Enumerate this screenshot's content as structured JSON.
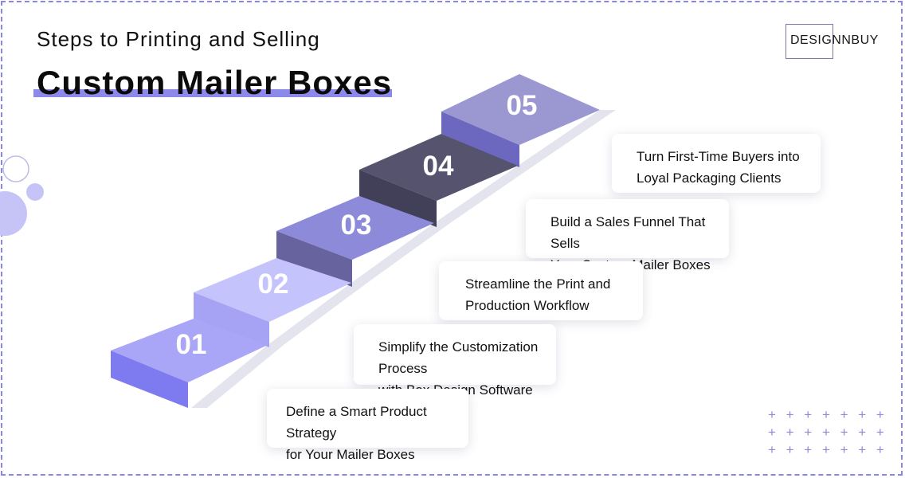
{
  "header": {
    "subtitle": "Steps to Printing and Selling",
    "title": "Custom Mailer Boxes"
  },
  "logo": {
    "text": "DESIGNNBUY"
  },
  "colors": {
    "accent": "#8d89ea",
    "step01_top": "#a9a6f7",
    "step01_front": "#7e7aef",
    "step02_top": "#c5c3fb",
    "step02_front": "#a6a3f4",
    "step03_top": "#8d8ad9",
    "step03_front": "#66639f",
    "step04_top": "#55536d",
    "step04_front": "#424058",
    "step05_top": "#9b98d1",
    "step05_front": "#6c68bf"
  },
  "steps": [
    {
      "number": "01",
      "text": "Define a Smart Product Strategy\nfor Your Mailer Boxes"
    },
    {
      "number": "02",
      "text": "Simplify the Customization Process\nwith Box Design Software"
    },
    {
      "number": "03",
      "text": "Streamline the Print and\nProduction Workflow"
    },
    {
      "number": "04",
      "text": "Build a Sales Funnel That Sells\nYour Custom Mailer Boxes"
    },
    {
      "number": "05",
      "text": "Turn First-Time Buyers into\nLoyal Packaging Clients"
    }
  ],
  "decor": {
    "plus_rows": [
      "+ + + + + + +",
      "+ + + + + + +",
      "+ + + + + + +"
    ]
  }
}
